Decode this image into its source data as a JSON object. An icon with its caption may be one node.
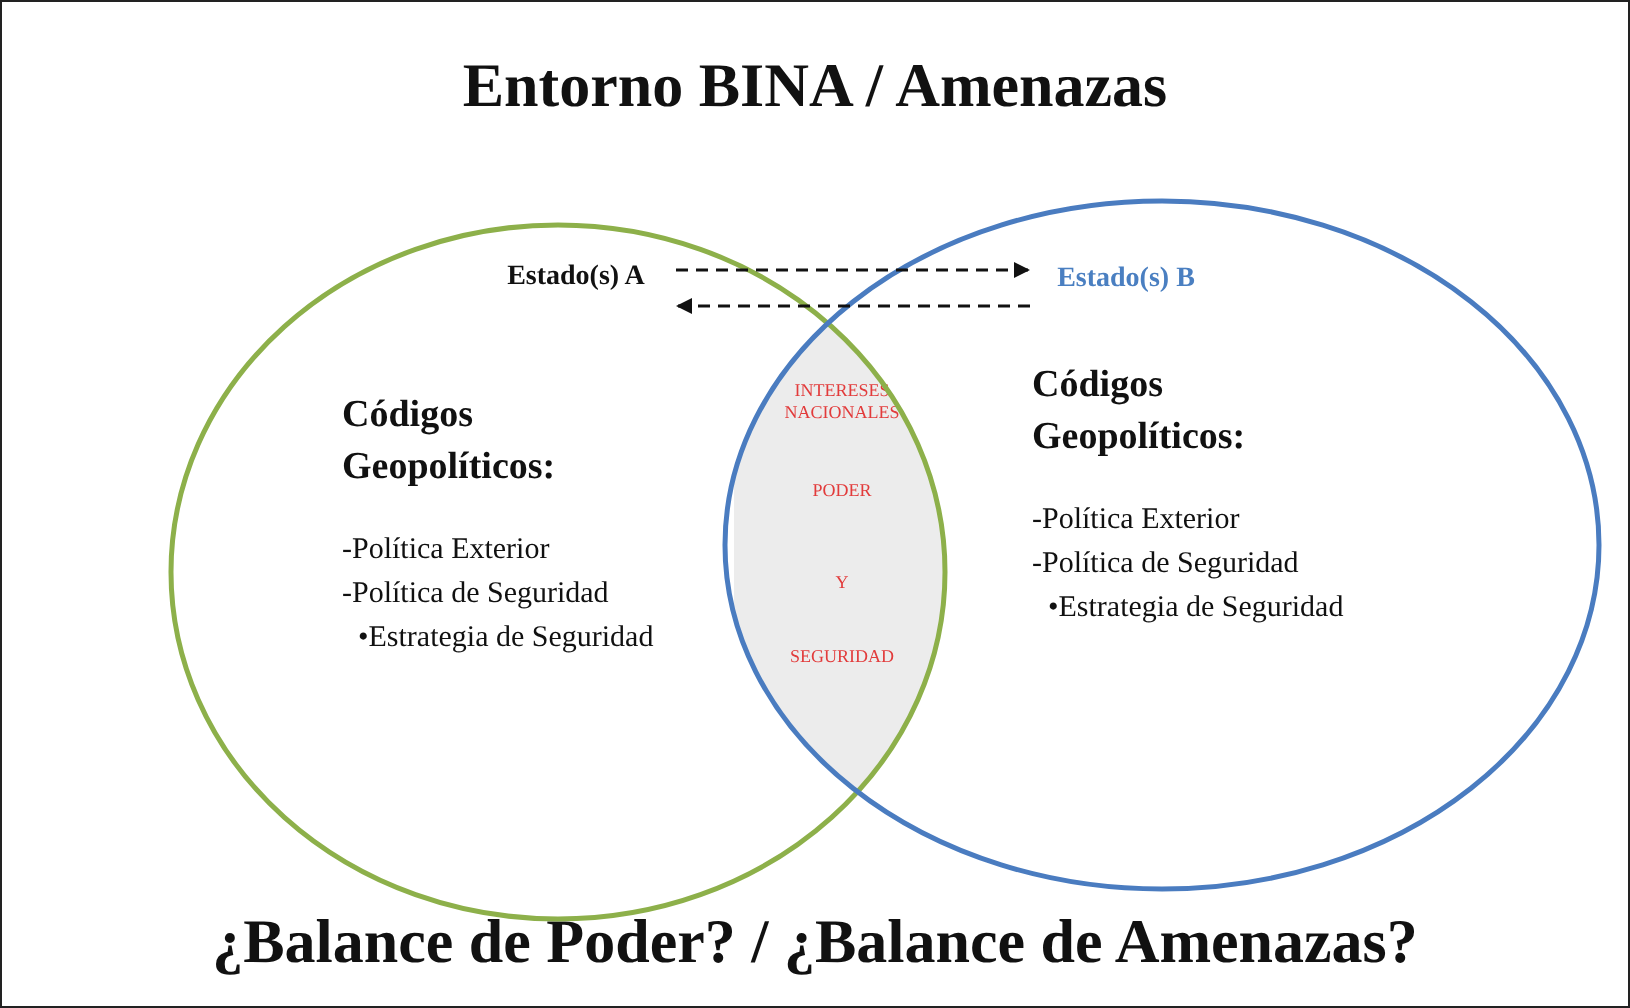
{
  "diagram": {
    "title": "Entorno BINA / Amenazas",
    "caption": "¿Balance de Poder? / ¿Balance de Amenazas?",
    "nodes": [
      {
        "text": [
          "Códigos Geopolíticos:",
          "-Política Exterior",
          "-Política de Seguridad",
          "•Estrategia de Seguridad"
        ]
      },
      {
        "text": [
          "Estado(s) A"
        ],
        "in": 0
      },
      {
        "text": [
          "Códigos Geopolíticos:",
          "-Política Exterior",
          "-Política de Seguridad",
          "•Estrategia de Seguridad"
        ]
      },
      {
        "text": [
          "Estado(s) B"
        ],
        "in": 2
      },
      {
        "text": [
          "INTERESES NACIONALES",
          "PODER",
          "Y",
          "SEGURIDAD"
        ]
      }
    ],
    "edges": [
      {
        "from": 1,
        "to": 3,
        "arrow": "to",
        "style": "dashed"
      },
      {
        "from": 3,
        "to": 1,
        "arrow": "to",
        "style": "dashed"
      }
    ]
  }
}
